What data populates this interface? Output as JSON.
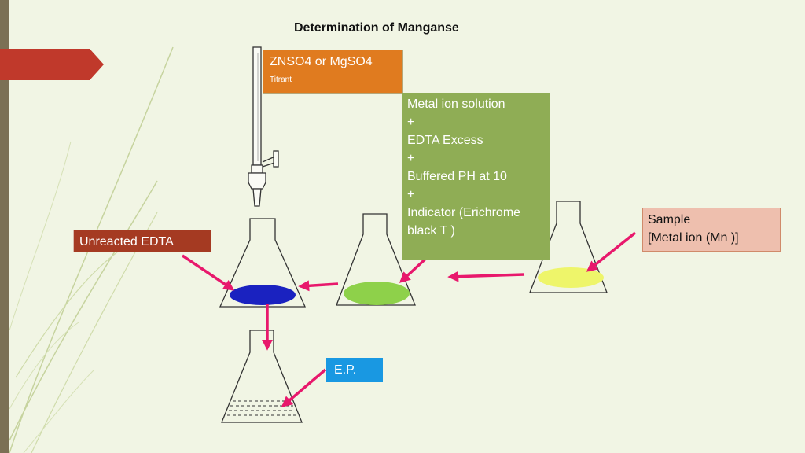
{
  "title": "Determination of Manganse",
  "titrant": {
    "name": "ZNSO4 or MgSO4",
    "label": "Titrant"
  },
  "metal_solution_lines": [
    "Metal ion solution",
    "+",
    "EDTA  Excess",
    "+",
    "Buffered PH at 10",
    "+",
    "Indicator (Erichrome",
    "black T )"
  ],
  "unreacted_label": "Unreacted EDTA",
  "sample": {
    "label": "Sample",
    "detail": "[Metal ion  (Mn )]"
  },
  "endpoint_label": "E.P.",
  "colors": {
    "background": "#f1f5e4",
    "titrant_box": "#e07b1f",
    "metal_box": "#8fad55",
    "unreacted_box": "#a53a22",
    "sample_box": "#eebfae",
    "endpoint_box": "#1998e2",
    "arrow": "#e8186c",
    "liquid_blue": "#1a22c0",
    "liquid_green": "#8ed14a",
    "liquid_yellow": "#eef56a",
    "accent_arrow_banner": "#c0392b"
  }
}
